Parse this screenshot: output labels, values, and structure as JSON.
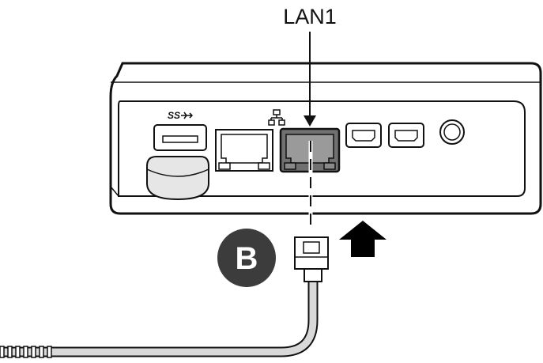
{
  "callout": {
    "port_label": "LAN1",
    "step_badge": "B"
  },
  "port_logo": {
    "usb": "SS"
  },
  "icons": {
    "usb_superspeed": "usb-superspeed-icon",
    "network": "network-icon",
    "insert_arrow": "up-arrow-icon",
    "pointer_arrow": "down-arrow-icon"
  },
  "colors": {
    "outline": "#111111",
    "highlight_port": "#7a7a7a",
    "badge": "#3c3c3c",
    "cable": "#d9d9d9",
    "arrow": "#000000"
  }
}
